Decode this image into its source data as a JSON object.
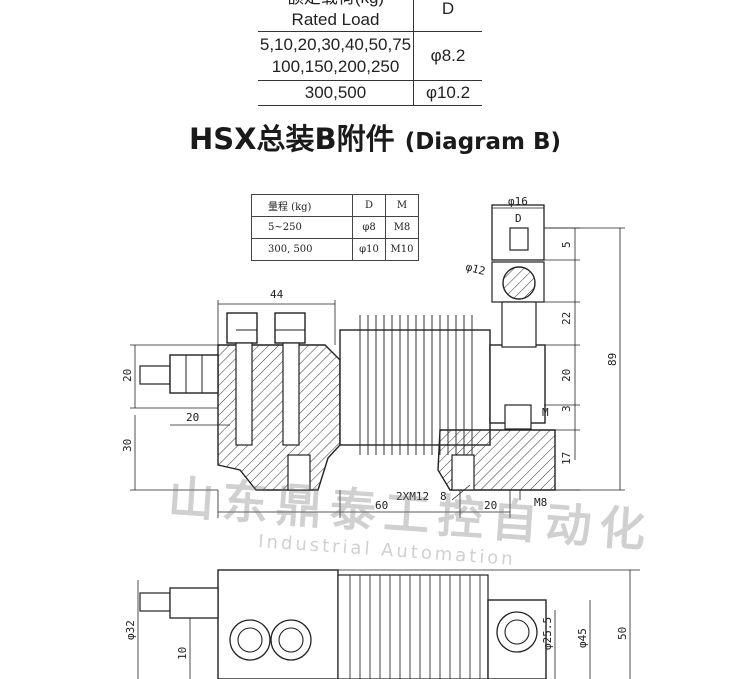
{
  "load_table": {
    "header_line1": "额定载荷(kg)",
    "header_line2": "Rated Load",
    "header_d": "D",
    "rows": [
      {
        "load_line1": "5,10,20,30,40,50,75",
        "load_line2": "100,150,200,250",
        "d": "φ8.2"
      },
      {
        "load_line1": "300,500",
        "load_line2": "",
        "d": "φ10.2"
      }
    ]
  },
  "section_title": {
    "main": "HSX总装B附件",
    "sub": "(Diagram B)"
  },
  "spec_table": {
    "headers": [
      "量程 (kg)",
      "D",
      "M"
    ],
    "rows": [
      [
        "5~250",
        "φ8",
        "M8"
      ],
      [
        "300, 500",
        "φ10",
        "M10"
      ]
    ]
  },
  "dimensions": {
    "d44": "44",
    "d20_left": "20",
    "d20_left2": "20",
    "d30": "30",
    "d60": "60",
    "d20_bottom": "20",
    "d2xm12": "2XM12",
    "d8": "8",
    "dm8": "M8",
    "d16": "φ16",
    "dD": "D",
    "d5": "5",
    "d12": "φ12",
    "d22": "22",
    "d20_right": "20",
    "dM": "M",
    "d3": "3",
    "d17": "17",
    "d89": "89",
    "d32": "φ32",
    "d10": "10",
    "d255": "φ25.5",
    "d45": "φ45",
    "d50": "50"
  },
  "watermark": {
    "cn": "山东鼎泰工控自动化",
    "en": "Industrial Automation"
  }
}
